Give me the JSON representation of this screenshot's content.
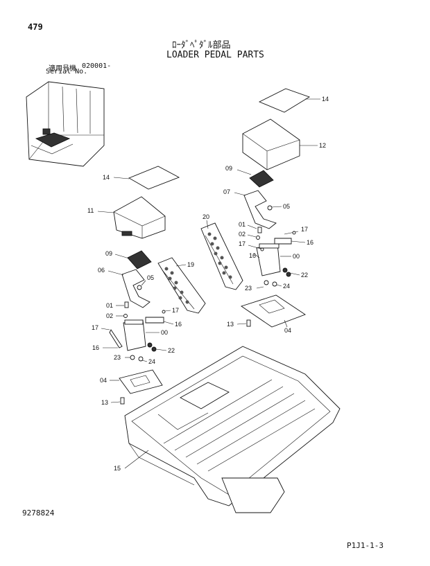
{
  "header": {
    "page_number": "479",
    "title_jp": "ﾛｰﾀﾞﾍﾟﾀﾞﾙ部品",
    "title_en": "LOADER PEDAL PARTS",
    "serial_label_jp": "適用号機",
    "serial_label_en": "Serial No.",
    "serial_value": "020001-"
  },
  "footer": {
    "doc_number": "9278824",
    "ref_code": "P1J1-1-3"
  },
  "callouts": {
    "c14a": "14",
    "c12": "12",
    "c09a": "09",
    "c07": "07",
    "c05a": "05",
    "c17a": "17",
    "c16a": "16",
    "c01a": "01",
    "c02a": "02",
    "c00a": "00",
    "c22a": "22",
    "c23a": "23",
    "c24a": "24",
    "c04a": "04",
    "c13a": "13",
    "c20": "20",
    "c14b": "14",
    "c11": "11",
    "c09b": "09",
    "c06": "06",
    "c05b": "05",
    "c19": "19",
    "c01b": "01",
    "c02b": "02",
    "c17b": "17",
    "c16b": "16",
    "c00b": "00",
    "c17c": "17",
    "c16c": "16",
    "c22b": "22",
    "c23b": "23",
    "c24b": "24",
    "c04b": "04",
    "c13b": "13",
    "c15": "15"
  }
}
